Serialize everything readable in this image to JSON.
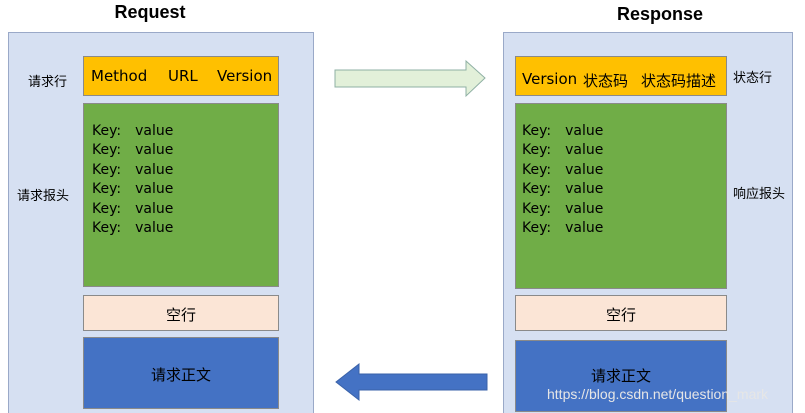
{
  "request": {
    "title": "Request",
    "request_line_label": "请求行",
    "headers_label": "请求报头",
    "request_line": {
      "method": "Method",
      "url": "URL",
      "version": "Version"
    },
    "headers": [
      {
        "key": "Key:",
        "value": "value"
      },
      {
        "key": "Key:",
        "value": "value"
      },
      {
        "key": "Key:",
        "value": "value"
      },
      {
        "key": "Key:",
        "value": "value"
      },
      {
        "key": "Key:",
        "value": "value"
      },
      {
        "key": "Key:",
        "value": "value"
      }
    ],
    "blank_line": "空行",
    "body": "请求正文"
  },
  "response": {
    "title": "Response",
    "status_line_label": "状态行",
    "headers_label": "响应报头",
    "status_line": {
      "version": "Version",
      "status_code": "状态码",
      "status_desc": "状态码描述"
    },
    "headers": [
      {
        "key": "Key:",
        "value": "value"
      },
      {
        "key": "Key:",
        "value": "value"
      },
      {
        "key": "Key:",
        "value": "value"
      },
      {
        "key": "Key:",
        "value": "value"
      },
      {
        "key": "Key:",
        "value": "value"
      },
      {
        "key": "Key:",
        "value": "value"
      }
    ],
    "blank_line": "空行",
    "body": "请求正文"
  },
  "watermark": "https://blog.csdn.net/question_mark",
  "colors": {
    "panel": "#d6e0f2",
    "line_box": "#ffc000",
    "headers_box": "#70ad47",
    "blank_box": "#fbe5d6",
    "body_box": "#4472c4",
    "arrow_right": "#e2f0d9",
    "arrow_left": "#4472c4"
  }
}
